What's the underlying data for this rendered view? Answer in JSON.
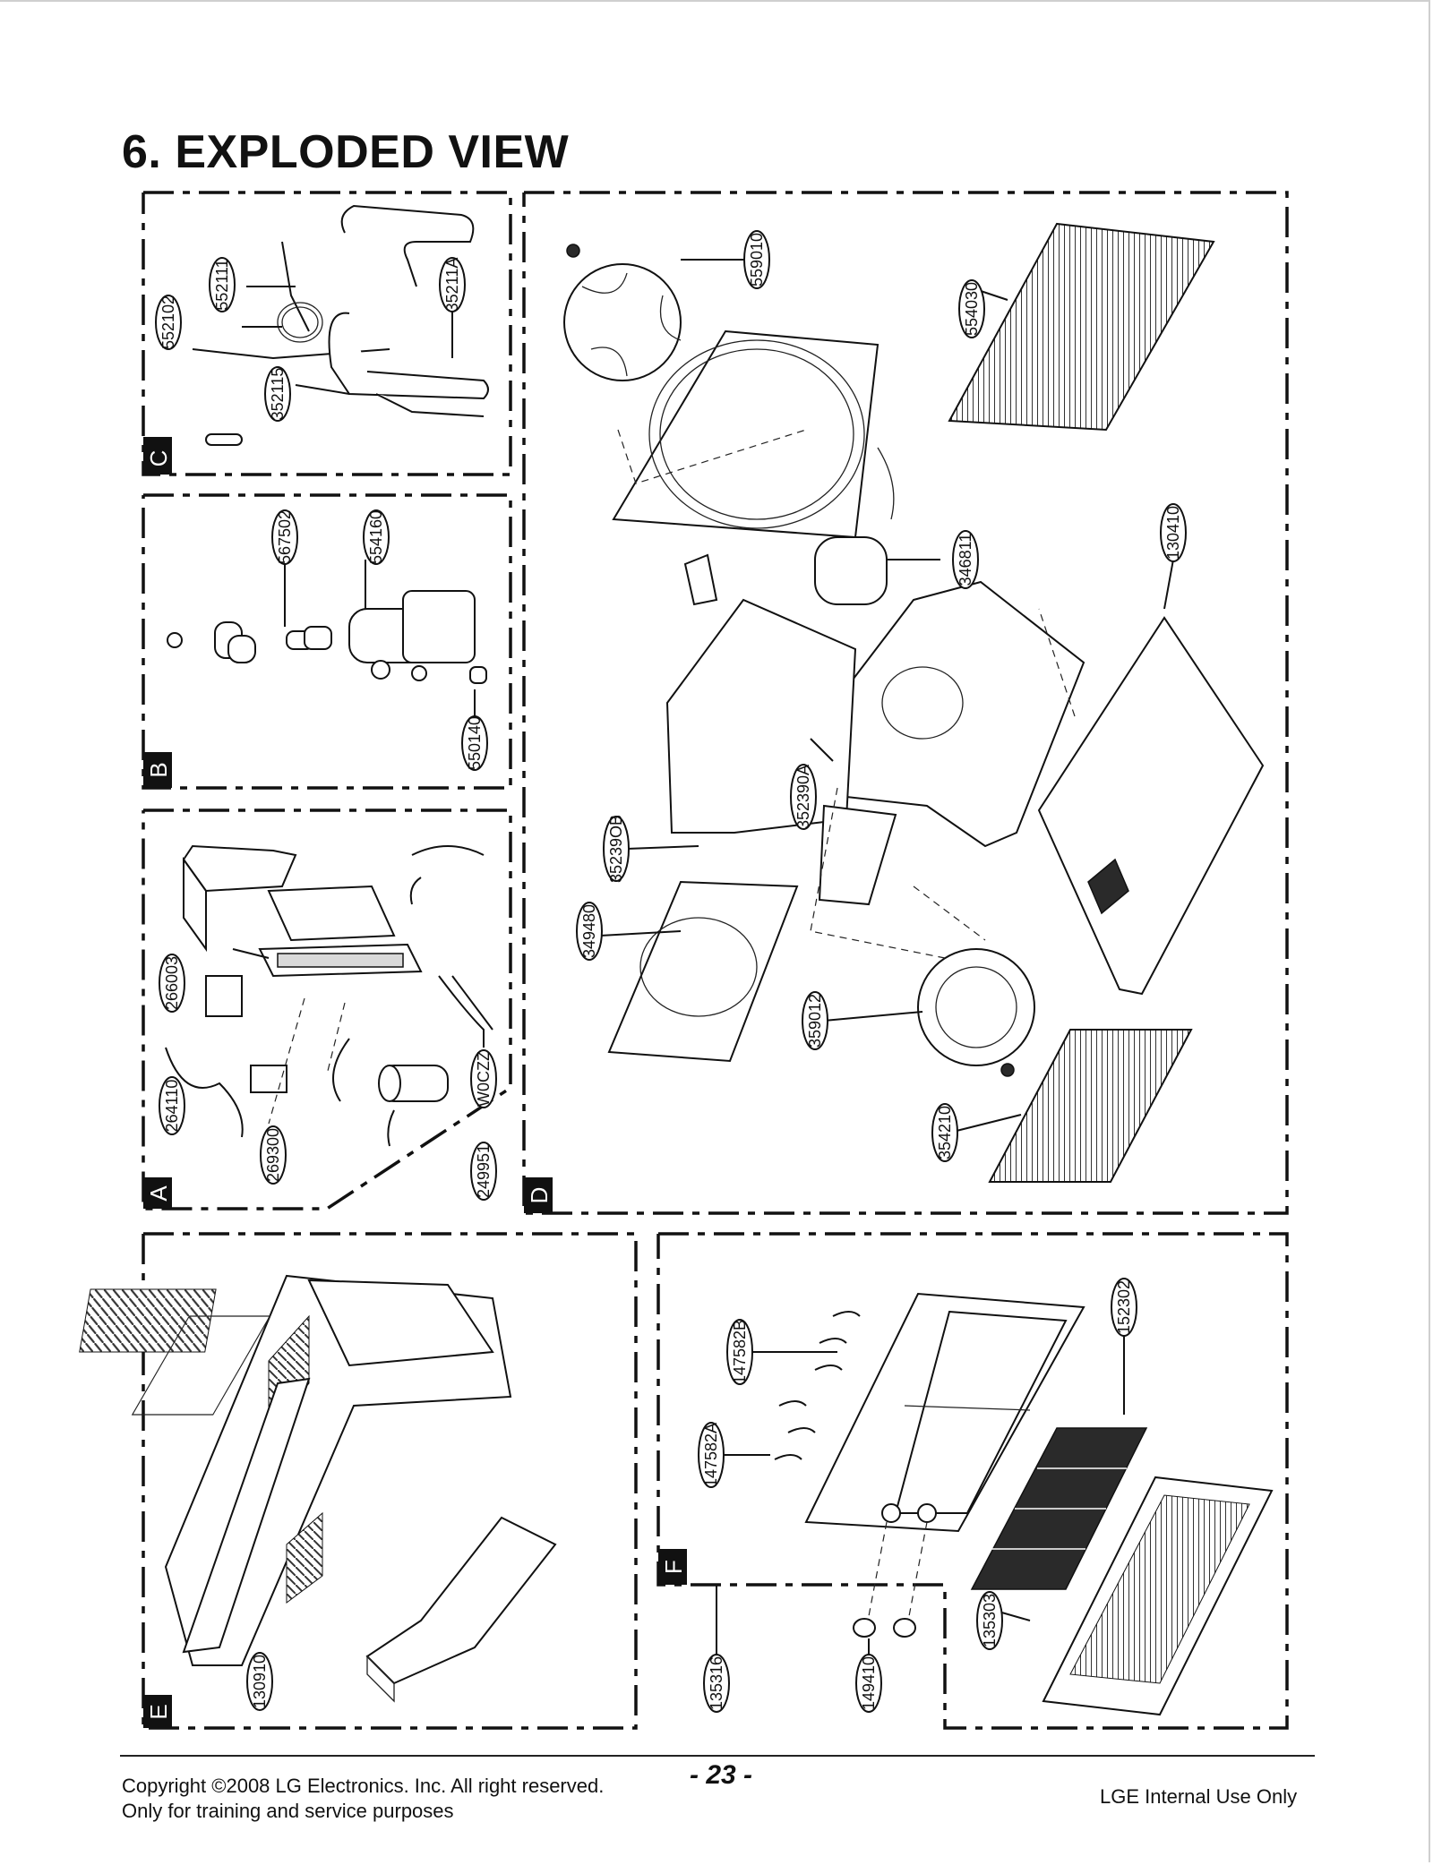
{
  "page": {
    "title": "6. EXPLODED VIEW",
    "page_number": "- 23 -",
    "copyright_line1": "Copyright ©2008 LG Electronics. Inc. All right reserved.",
    "copyright_line2": "Only for training and service purposes",
    "internal_note": "LGE Internal Use Only"
  },
  "panels": {
    "A": {
      "letter": "A",
      "parts": [
        "266003",
        "264110",
        "269300",
        "249951",
        "W0CZZ"
      ]
    },
    "B": {
      "letter": "B",
      "parts": [
        "567502",
        "554160",
        "550140"
      ]
    },
    "C": {
      "letter": "C",
      "parts": [
        "552102",
        "552111",
        "352115",
        "35211A"
      ]
    },
    "D": {
      "letter": "D",
      "parts": [
        "559010",
        "554030",
        "346811",
        "130410",
        "352390A",
        "35239OB",
        "349480",
        "359012",
        "354210"
      ]
    },
    "E": {
      "letter": "E",
      "parts": [
        "130910"
      ]
    },
    "F": {
      "letter": "F",
      "parts": [
        "147582B",
        "147582A",
        "152302",
        "135303",
        "135316",
        "149410"
      ]
    }
  }
}
